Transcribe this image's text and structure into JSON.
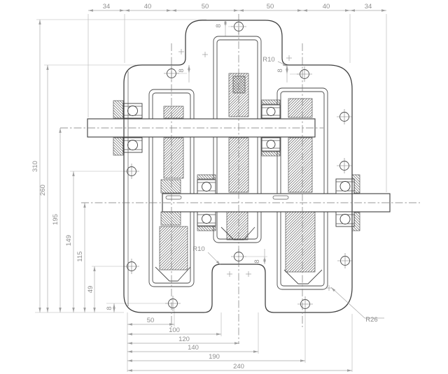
{
  "drawing": {
    "type": "engineering-sectional-drawing",
    "subject": "two-stage gear reducer housing section",
    "dims": {
      "top_chain": [
        "34",
        "40",
        "50",
        "50",
        "40",
        "34"
      ],
      "left_chain": [
        "310",
        "260",
        "195",
        "149",
        "115",
        "49",
        "8"
      ],
      "bottom_chain": [
        "50",
        "100",
        "120",
        "140",
        "190",
        "240"
      ],
      "small_offsets": [
        "8",
        "8",
        "8",
        "8"
      ],
      "radii": {
        "top": "R10",
        "bottom_center": "R10",
        "corner": "R26"
      }
    },
    "colors": {
      "outline": "#3d3d3d",
      "dimension_lines": "#a8a8a8",
      "dimension_text": "#8e8e8e",
      "background": "#ffffff"
    }
  }
}
